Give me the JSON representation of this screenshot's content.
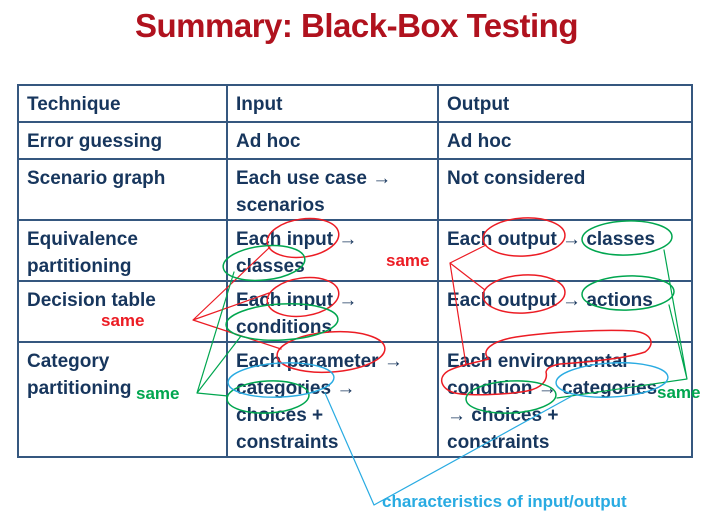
{
  "title": "Summary: Black-Box Testing",
  "colors": {
    "title": "#B0121E",
    "table_text": "#17365D",
    "table_border": "#35577F",
    "annotation_red": "#EC1C24",
    "annotation_green": "#00A64F",
    "annotation_blue": "#29ABE2"
  },
  "table": {
    "columns": [
      "Technique",
      "Input",
      "Output"
    ],
    "rows": [
      {
        "technique": "Error guessing",
        "input": "Ad hoc",
        "output": "Ad hoc"
      },
      {
        "technique": "Scenario graph",
        "input": "Each use case →\nscenarios",
        "output": "Not considered"
      },
      {
        "technique": "Equivalence\npartitioning",
        "input": "Each input →\nclasses",
        "output": "Each output → classes"
      },
      {
        "technique": "Decision table",
        "input": "Each input →\nconditions",
        "output": "Each output → actions"
      },
      {
        "technique": "Category\npartitioning",
        "input": "Each parameter →\ncategories →\nchoices +\nconstraints",
        "output": "Each environmental\ncondition → categories\n→ choices +\nconstraints"
      }
    ]
  },
  "annotations": {
    "same_labels": [
      {
        "id": "same-red-left",
        "text": "same",
        "color": "#EC1C24"
      },
      {
        "id": "same-red-middle",
        "text": "same",
        "color": "#EC1C24"
      },
      {
        "id": "same-green-left",
        "text": "same",
        "color": "#00A64F"
      },
      {
        "id": "same-green-right",
        "text": "same",
        "color": "#00A64F"
      }
    ],
    "footnote": {
      "text": "characteristics of input/output",
      "color": "#29ABE2"
    },
    "circled_words": {
      "red": [
        "input (equivalence)",
        "input (decision)",
        "output (equivalence)",
        "output (decision)",
        "parameter",
        "environmental condition"
      ],
      "green": [
        "classes (input)",
        "conditions",
        "classes (output)",
        "actions",
        "choices (input)",
        "choices (output)"
      ],
      "blue": [
        "categories (input)",
        "categories (output)"
      ]
    }
  }
}
